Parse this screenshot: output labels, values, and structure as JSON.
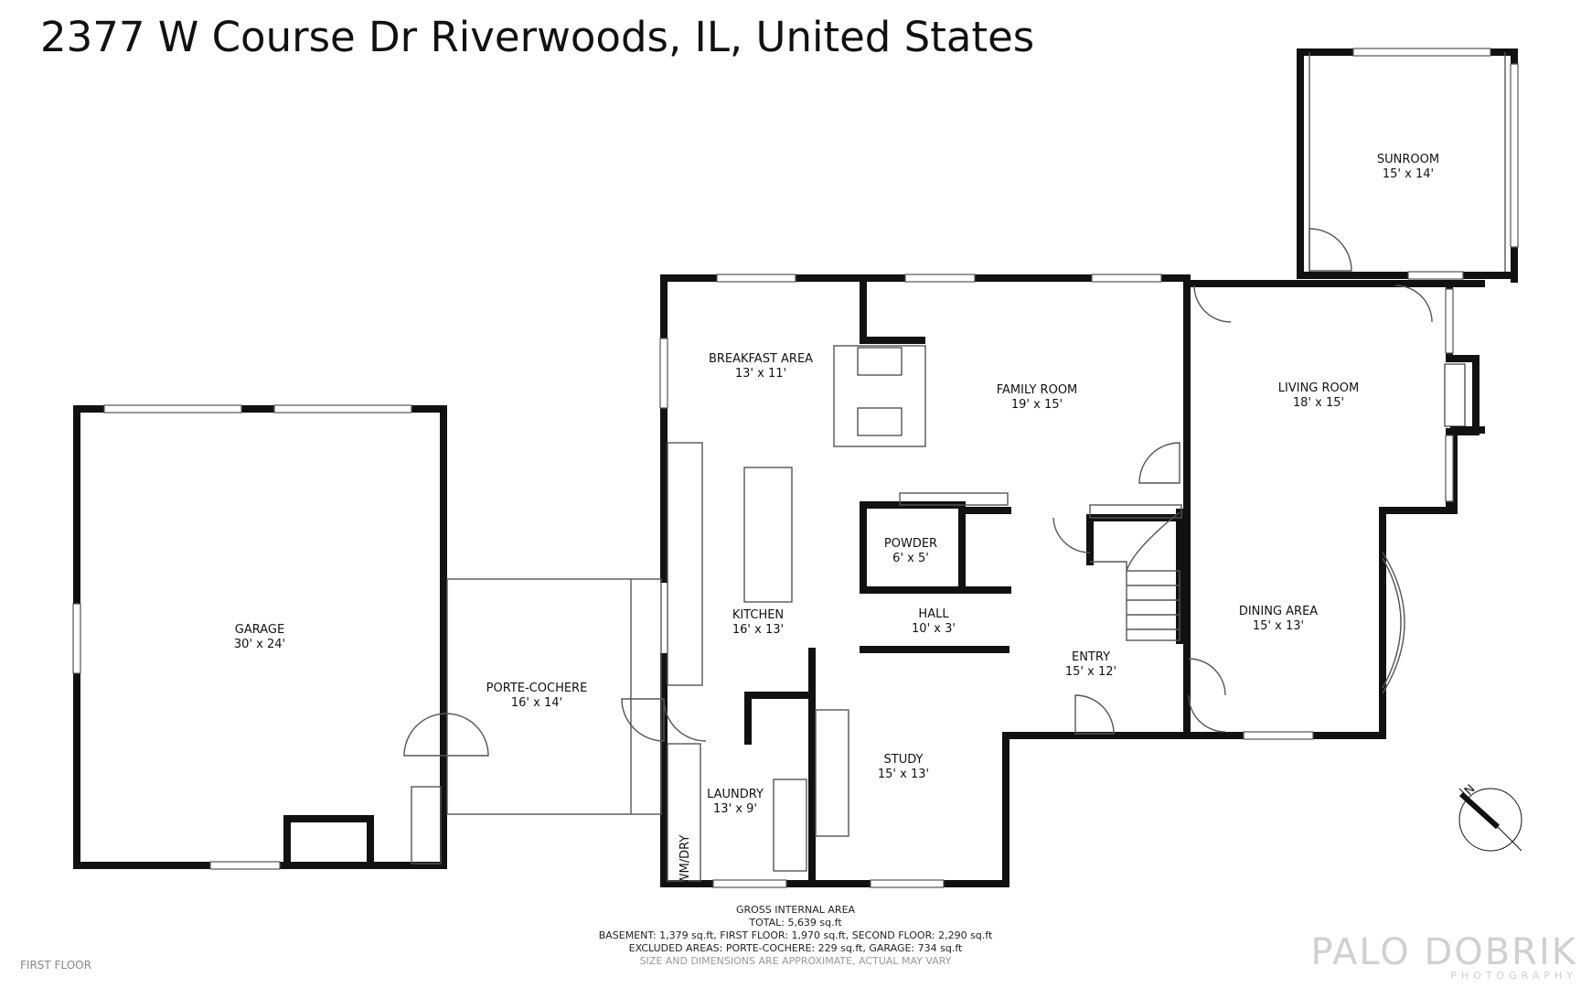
{
  "title": "2377 W Course Dr Riverwoods, IL, United States",
  "floor_name": "FIRST FLOOR",
  "rooms": [
    {
      "name": "SUNROOM",
      "dims": "15' x 14'"
    },
    {
      "name": "BREAKFAST AREA",
      "dims": "13' x 11'"
    },
    {
      "name": "FAMILY ROOM",
      "dims": "19' x 15'"
    },
    {
      "name": "LIVING ROOM",
      "dims": "18' x 15'"
    },
    {
      "name": "POWDER",
      "dims": "6' x 5'"
    },
    {
      "name": "GARAGE",
      "dims": "30' x 24'"
    },
    {
      "name": "KITCHEN",
      "dims": "16' x 13'"
    },
    {
      "name": "HALL",
      "dims": "10' x 3'"
    },
    {
      "name": "DINING AREA",
      "dims": "15' x 13'"
    },
    {
      "name": "ENTRY",
      "dims": "15' x 12'"
    },
    {
      "name": "PORTE-COCHERE",
      "dims": "16' x 14'"
    },
    {
      "name": "STUDY",
      "dims": "15' x 13'"
    },
    {
      "name": "LAUNDRY",
      "dims": "13' x 9'"
    }
  ],
  "appliance_label": "WM/DRY",
  "compass_label": "N",
  "area": {
    "heading": "GROSS INTERNAL AREA",
    "total": "TOTAL: 5,639 sq.ft",
    "floors": "BASEMENT: 1,379 sq.ft, FIRST FLOOR: 1,970 sq.ft, SECOND FLOOR: 2,290 sq.ft",
    "excluded": "EXCLUDED AREAS: PORTE-COCHERE: 229 sq.ft, GARAGE: 734 sq.ft",
    "disclaimer": "SIZE AND DIMENSIONS ARE APPROXIMATE, ACTUAL MAY VARY"
  },
  "logo": {
    "brand": "PALO DOBRIK",
    "sub": "PHOTOGRAPHY"
  },
  "colors": {
    "wall": "#111111",
    "thin": "#555555",
    "logo": "#d0d0d0"
  }
}
